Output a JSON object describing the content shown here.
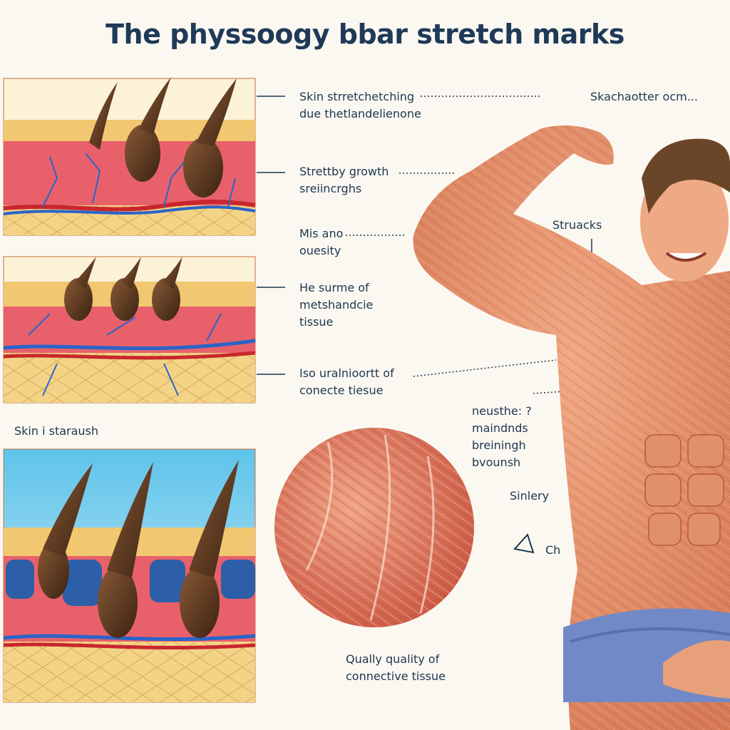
{
  "title": "The physsoogy bbar stretch marks",
  "labels": {
    "l1": [
      "Skin strretchetching",
      "due thetlandelienone"
    ],
    "l1_right": "Skachaotter ocm...",
    "l2": [
      "Strettby growth",
      "sreiincrghs"
    ],
    "l3": [
      "Mis ano",
      "ouesity"
    ],
    "l3_right": "Struacks",
    "l4": [
      "He surme of",
      "metshandcie",
      "tissue"
    ],
    "l5": [
      "Iso uralnioortt of",
      "conecte tiesue"
    ],
    "l6": [
      "neusthe: ?",
      "maindnds",
      "breiningh",
      "bvounsh"
    ],
    "l7": "Sinlery",
    "l8": "Ch",
    "l9": [
      "Qually quality of",
      "connective tissue"
    ],
    "panel3_label": "Skin i staraush"
  },
  "colors": {
    "title": "#1f3a58",
    "dermis": "#e8616a",
    "fat": "#f1cf7c",
    "vein": "#2b63c9",
    "artery": "#c9262e",
    "skin": "#e59a72",
    "towel": "#6f88c4"
  }
}
